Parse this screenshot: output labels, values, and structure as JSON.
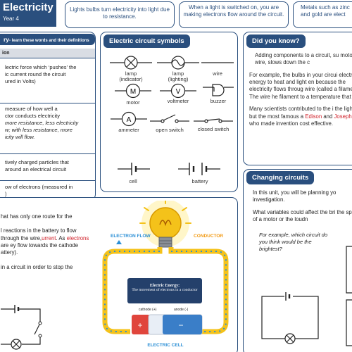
{
  "header": {
    "title": "Electricity",
    "year": "Year 4",
    "facts": [
      "Lights bulbs turn electricity into light due to resistance.",
      "When a light is switched on, you are making electrons flow around the circuit.",
      "Metals such as zinc and gold are elect"
    ]
  },
  "vocab": {
    "heading": "ry",
    "subheading": "- learn these words and their definitions",
    "col_header": "ion",
    "rows": [
      {
        "lines": [
          "lectric force which ‘pushes’ the",
          "ic current round the circuit",
          "ured in Volts)"
        ]
      },
      {
        "lines": [
          "measure of how well a",
          "ctor conducts electricity"
        ],
        "italic": [
          "more resistance, less electricity",
          "w; with less resistance, more",
          "icity will flow."
        ]
      },
      {
        "lines": [
          "tively charged particles that",
          "around an electrical circuit"
        ]
      },
      {
        "lines": [
          "ow of electrons (measured in",
          ")"
        ]
      }
    ]
  },
  "symbols": {
    "heading": "Electric circuit symbols",
    "items": {
      "lamp_indicator": "lamp\n(indicator)",
      "lamp_lighting": "lamp\n(lighting)",
      "wire": "wire",
      "motor": "motor",
      "voltmeter": "voltmeter",
      "buzzer": "buzzer",
      "ammeter": "ammeter",
      "open_switch": "open switch",
      "closed_switch": "closed switch",
      "cell": "cell",
      "battery": "battery"
    },
    "letters": {
      "motor": "M",
      "voltmeter": "V",
      "ammeter": "A"
    }
  },
  "did_you_know": {
    "heading": "Did you know?",
    "p1": "Adding components to a circuit, su motors and wire, slows down the c",
    "p2": "For example, the bulbs in your circui electrical energy to heat and light en because the electricity flows throug wire (called a filament). The wire he filament to a temperature that prod",
    "p3_a": "Many scientists contributed to the i the light bulb but the most famous a",
    "p3_name1": "Edison",
    "p3_and": "and",
    "p3_name2": "Joseph Swan",
    "p3_b": "who made invention cost effective."
  },
  "changing_circuits": {
    "heading": "Changing circuits",
    "p1": "In this unit, you will be planning yo investigation.",
    "p2": "What variables could affect the bri the speed of a motor or the loudn",
    "example": "For example, which circuit do you think would be the brightest?"
  },
  "circuit_info": {
    "p1": "hat has only one route for the",
    "p2_a": "l reactions in the battery to flow through the wire,",
    "p2_red1": "urrent",
    "p2_b": ". As",
    "p2_red2": "electrons",
    "p2_c": "are ey flow towards the cathode attery).",
    "p3": "in a circuit in order to stop the",
    "diagram": {
      "electron_flow": "ELECTRON FLOW",
      "conductor": "CONDUCTOR",
      "energy_title": "Electric Energy:",
      "energy_sub": "The movement of electrons in a conductor",
      "cathode": "cathode (+)",
      "anode": "anode (-)",
      "cell_label": "ELECTRIC CELL"
    }
  },
  "colors": {
    "navy": "#2a4f7e",
    "red": "#d0212a",
    "blue": "#2b8fd6",
    "yellow": "#f4c21a"
  }
}
